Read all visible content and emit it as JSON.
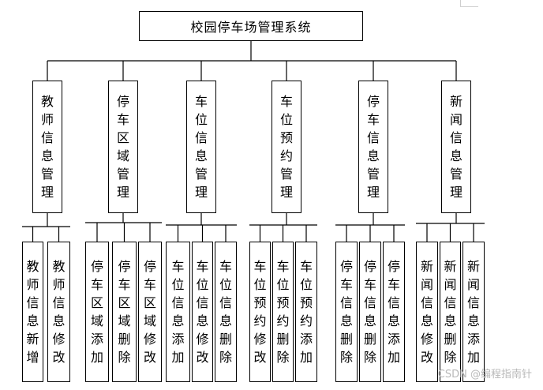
{
  "title": "校园停车场管理系统",
  "modules": [
    {
      "label": "教师信息管理",
      "children": [
        "教师信息新增",
        "教师信息修改"
      ]
    },
    {
      "label": "停车区域管理",
      "children": [
        "停车区域添加",
        "停车区域删除",
        "停车区域修改"
      ]
    },
    {
      "label": "车位信息管理",
      "children": [
        "车位信息添加",
        "车位信息修改",
        "车位信息删除"
      ]
    },
    {
      "label": "车位预约管理",
      "children": [
        "车位预约修改",
        "车位预约删除",
        "车位预约添加"
      ]
    },
    {
      "label": "停车信息管理",
      "children": [
        "停车信息删除",
        "停车信息删除",
        "停车信息添加"
      ]
    },
    {
      "label": "新闻信息管理",
      "children": [
        "新闻信息修改",
        "新闻信息删除",
        "新闻信息添加"
      ]
    }
  ],
  "watermark": "CSDN @编程指南针"
}
